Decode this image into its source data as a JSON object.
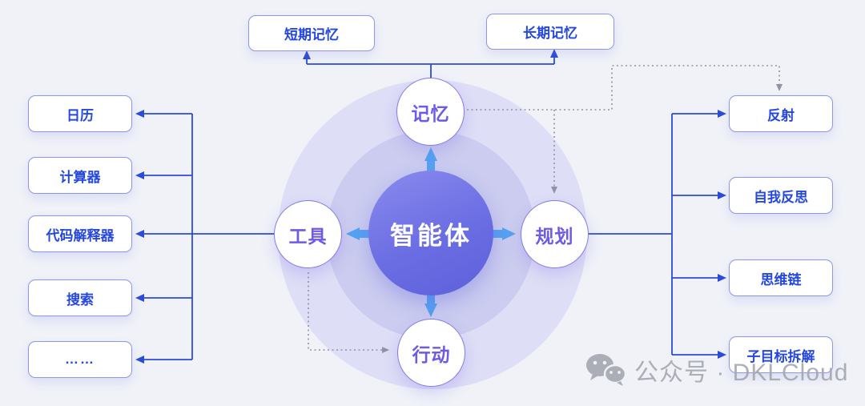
{
  "diagram": {
    "center": {
      "label": "智能体"
    },
    "satellites": {
      "memory": {
        "label": "记忆"
      },
      "tools": {
        "label": "工具"
      },
      "planning": {
        "label": "规划"
      },
      "action": {
        "label": "行动"
      }
    },
    "memory_children": [
      {
        "label": "短期记忆"
      },
      {
        "label": "长期记忆"
      }
    ],
    "tool_children": [
      {
        "label": "日历"
      },
      {
        "label": "计算器"
      },
      {
        "label": "代码解释器"
      },
      {
        "label": "搜索"
      },
      {
        "label": "……"
      }
    ],
    "planning_children": [
      {
        "label": "反射"
      },
      {
        "label": "自我反思"
      },
      {
        "label": "思维链"
      },
      {
        "label": "子目标拆解"
      }
    ]
  },
  "watermark": {
    "icon": "wechat-icon",
    "text": "公众号 · DKLCloud"
  },
  "colors": {
    "background": "#F0F2F8",
    "connector_blue": "#2B4BD9",
    "box_border": "#8C96EC",
    "box_text": "#2447E0",
    "node_border": "#837AE8",
    "node_text": "#6C5AE8",
    "center_gradient_start": "#8A8BEE",
    "center_gradient_end": "#5E60DC",
    "arrow_sky": "#55A2F2",
    "dotted_gray": "#8F93A4",
    "ring_outer": "#DEDEF6",
    "ring_middle": "#CBCCEF",
    "watermark_gray": "#A4A7AF"
  }
}
